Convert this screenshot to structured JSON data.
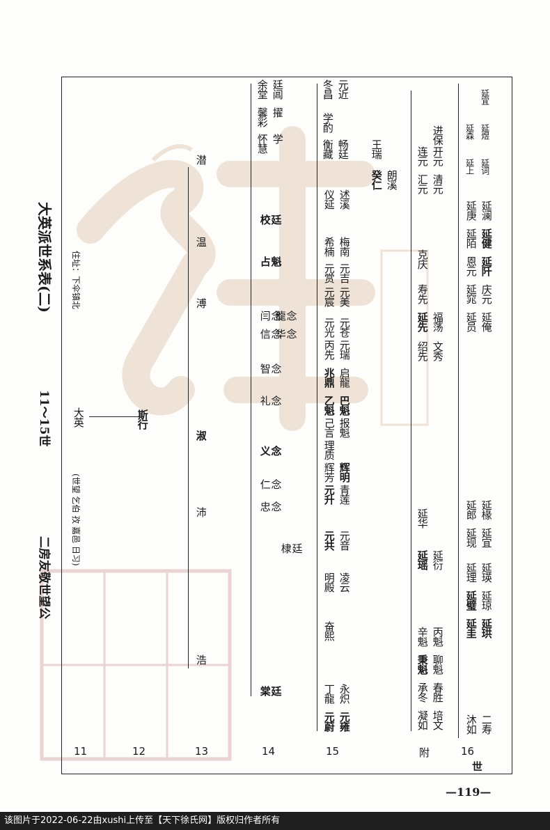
{
  "title": "大英派世系表(二)",
  "subtitle": "二房友敬世望公",
  "generations_range": "11～15世",
  "residence": "住址：下伞镇北",
  "gen11": "(世望 乞伯 孜 嘉邑 日习)",
  "generations": [
    "11",
    "12",
    "13",
    "14",
    "15",
    "附",
    "16",
    "世"
  ],
  "gen11_names": [
    "大英"
  ],
  "gen12_names": [
    "斯行"
  ],
  "gen13_names": [
    "浩",
    "沛",
    "淑",
    "溥",
    "温",
    "潜"
  ],
  "gen14_names": [
    "廷棠",
    "廷棣",
    "念忠",
    "念仁",
    "念义",
    "念礼",
    "念智",
    "念信",
    "念闫",
    "念龍",
    "念华",
    "魁占",
    "廷校"
  ],
  "gen15_names": [
    "元蔚",
    "元雍",
    "丁龍",
    "永炽",
    "奋熙",
    "明殿",
    "凌云",
    "元共",
    "元音",
    "元升",
    "青莲",
    "辉芳",
    "辉明",
    "理质",
    "己言",
    "报魁",
    "乙魁",
    "巴魁",
    "兆鼎",
    "启龍",
    "丙先",
    "元瑞",
    "元光",
    "元苍",
    "元宸",
    "元美",
    "元赏",
    "元吉",
    "希楠",
    "梅南",
    "仪延",
    "述溪"
  ],
  "right_column_top": [
    "余堂",
    "廷阊",
    "擢",
    "馨彩",
    "怀慧",
    "学"
  ],
  "right_column_mid": [
    "冬昌",
    "元近",
    "学酌",
    "衡藏",
    "畅廷",
    "癸仁",
    "朗溪",
    "王瑞"
  ],
  "attached_names": [
    "凝如",
    "培文",
    "承冬",
    "春胜",
    "秉魁",
    "聊魁",
    "辛魁",
    "丙魁",
    "延瑶",
    "延衍",
    "延华",
    "绍先",
    "文秀",
    "延先",
    "福荡",
    "寿先",
    "克庆",
    "汇元",
    "清元",
    "连元",
    "开元",
    "进保"
  ],
  "gen16_names": [
    "沐如",
    "二寿",
    "延圭",
    "延珙",
    "延璧",
    "延琼",
    "延理",
    "延瑛",
    "延现",
    "延宜",
    "延郎",
    "延椽",
    "延员",
    "延俺",
    "延窕",
    "庆元",
    "恩元",
    "延阡",
    "延陌",
    "延健",
    "延庚",
    "延澜",
    "延上",
    "延词",
    "延森",
    "延煜",
    "延宜"
  ],
  "page_number": "—119—",
  "footer": "该图片于2022-06-22由xushi上传至【天下徐氏网】版权归作者所有",
  "colors": {
    "watermark": "#c9a27a",
    "seal": "#c98a8a",
    "footer_bg": "#1e1e1e"
  }
}
